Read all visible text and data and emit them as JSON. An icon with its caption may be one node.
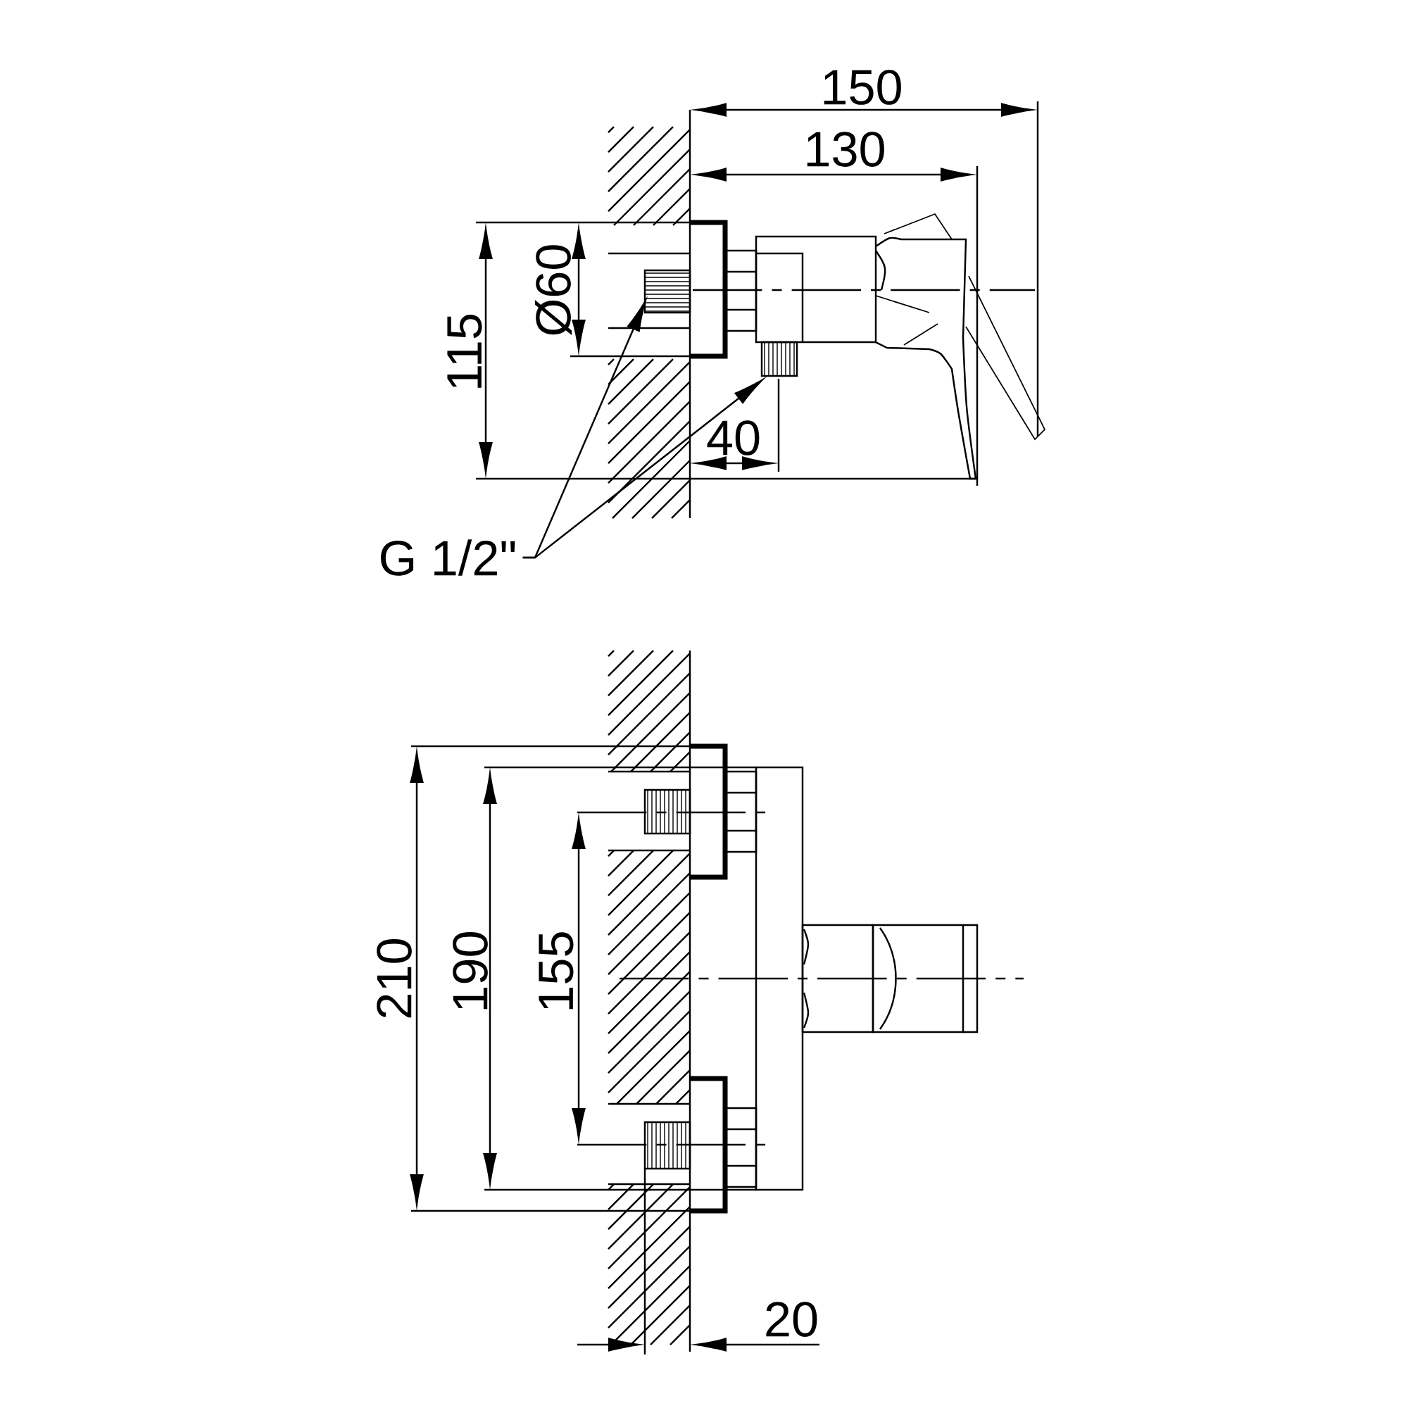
{
  "diagram": {
    "nodes": [
      {
        "text": [
          "G 1/2\""
        ]
      },
      {
        "text": [],
        "shape": "picture"
      },
      {
        "text": [],
        "shape": "picture"
      }
    ],
    "edges": [
      {
        "from": 0,
        "to": 1,
        "arrow": "to"
      },
      {
        "from": 0,
        "to": 2,
        "arrow": "to"
      }
    ],
    "labels": [
      "150",
      "130",
      "Ø60",
      "115",
      "40",
      "210",
      "190",
      "155",
      "20"
    ]
  }
}
